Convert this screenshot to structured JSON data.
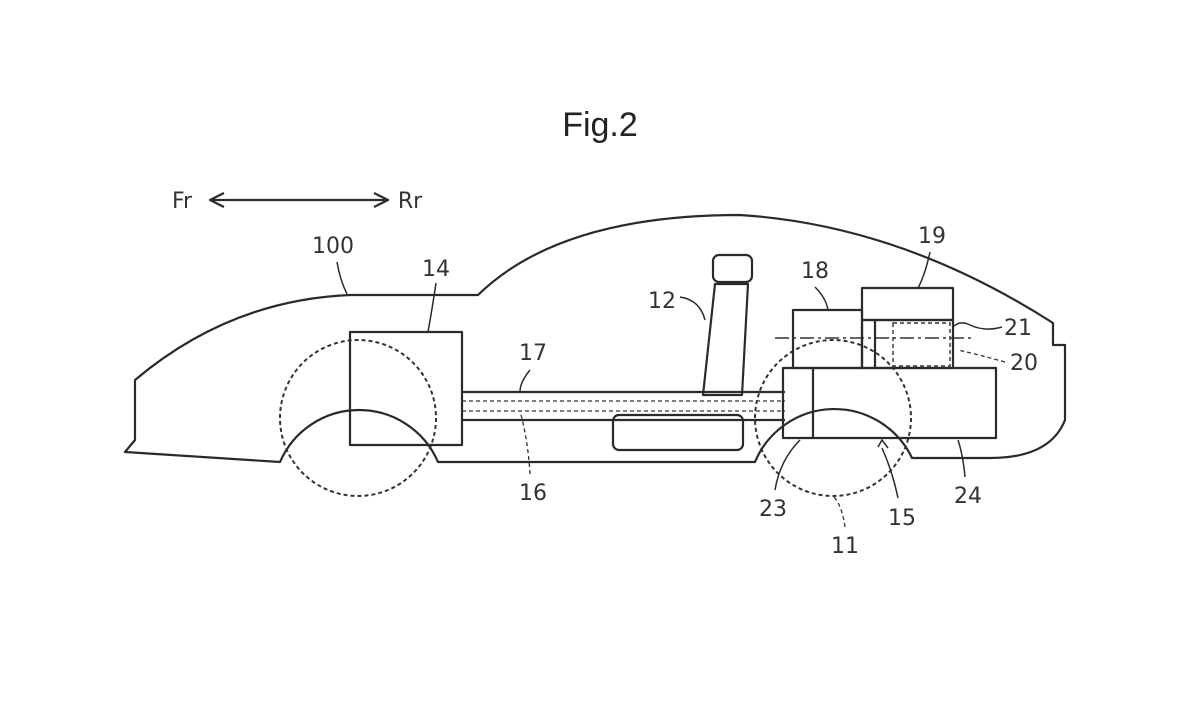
{
  "figure": {
    "title": "Fig.2",
    "direction": {
      "front": "Fr",
      "rear": "Rr"
    },
    "labels": {
      "vehicle": "100",
      "front_unit": "14",
      "duct": "17",
      "duct_inner": "16",
      "seat": "12",
      "component_18": "18",
      "component_19": "19",
      "component_21": "21",
      "component_20": "20",
      "component_23": "23",
      "unit_15": "15",
      "rear_wheel": "11",
      "component_24": "24"
    }
  }
}
